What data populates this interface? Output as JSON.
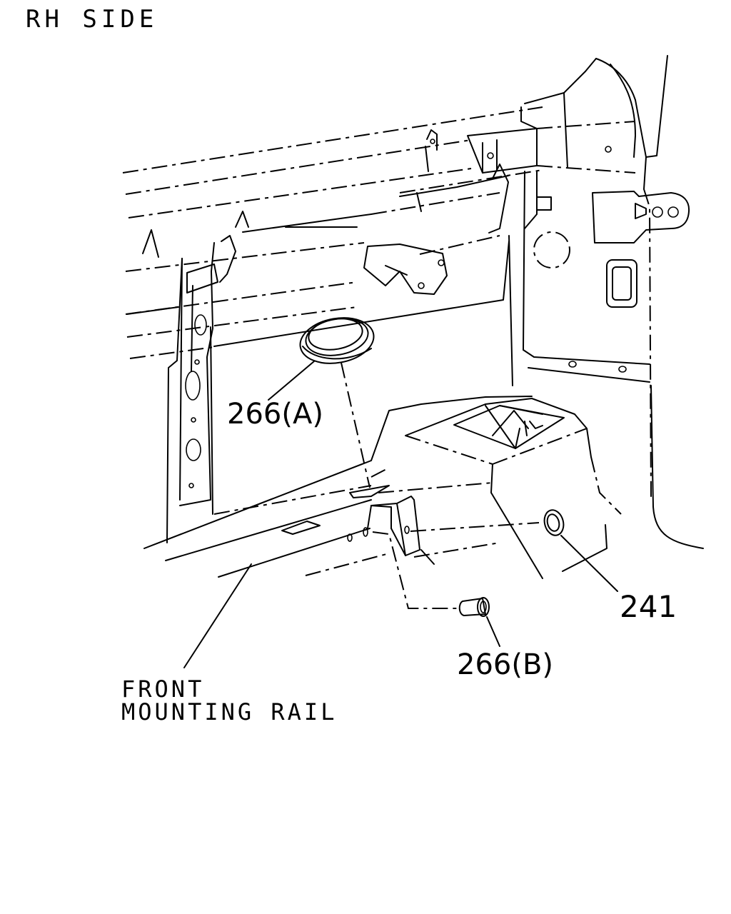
{
  "view_label": "RH SIDE",
  "callouts": {
    "part_266a": "266(A)",
    "part_266b": "266(B)",
    "part_241": "241"
  },
  "rail_label": {
    "line1": "FRONT",
    "line2": "MOUNTING RAIL"
  }
}
